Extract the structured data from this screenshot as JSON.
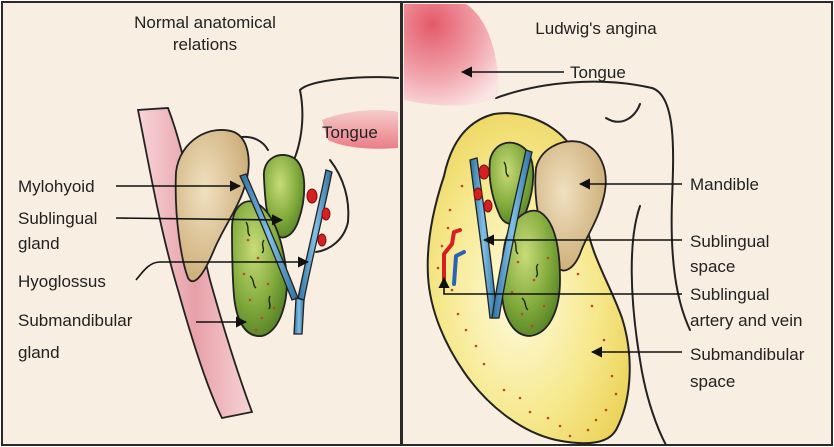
{
  "colors": {
    "panel_bg": "#f8eee2",
    "border": "#2a2a2a",
    "tongue": "#e8808a",
    "bone": "#dcc49a",
    "gland": "#6c9a32",
    "muscle_blue": "#4a8fc4",
    "space_yellow": "#f3e07a",
    "vessel_red": "#d42020",
    "skin_pink": "#efb8c0",
    "dots": "#c2462a"
  },
  "left_panel": {
    "title_line1": "Normal anatomical",
    "title_line2": "relations",
    "labels": {
      "tongue": "Tongue",
      "mylohyoid": "Mylohyoid",
      "sublingual_line1": "Sublingual",
      "sublingual_line2": "gland",
      "hyoglossus": "Hyoglossus",
      "submandibular_line1": "Submandibular",
      "submandibular_line2": "gland"
    }
  },
  "right_panel": {
    "title": "Ludwig's angina",
    "labels": {
      "tongue": "Tongue",
      "mandible": "Mandible",
      "sublingual_space_line1": "Sublingual",
      "sublingual_space_line2": "space",
      "artery_line1": "Sublingual",
      "artery_line2": "artery and vein",
      "submandibular_space_line1": "Submandibular",
      "submandibular_space_line2": "space"
    }
  }
}
